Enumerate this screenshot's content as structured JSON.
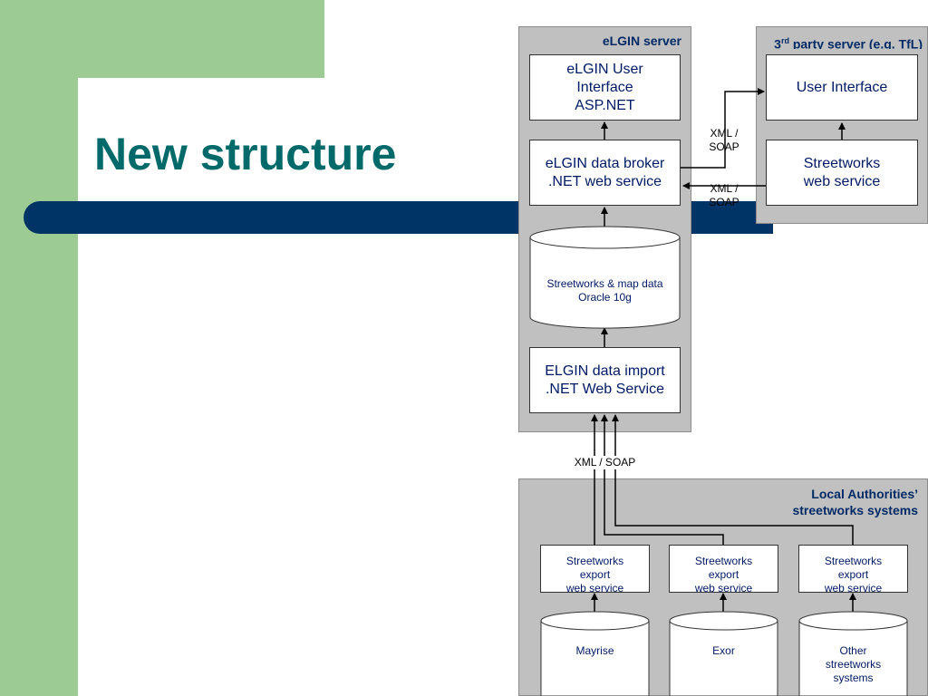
{
  "slide": {
    "title": "New structure"
  },
  "elgin_server": {
    "title": "eLGIN  server",
    "ui_box": "eLGIN User\nInterface\nASP.NET",
    "broker_box": "eLGIN data broker\n.NET web service",
    "db_label": "Streetworks & map data\nOracle 10g",
    "import_box": "ELGIN data import\n.NET Web Service"
  },
  "third_party": {
    "title_main": "3",
    "title_sup": "rd",
    "title_rest": " party server (e.g. TfL)",
    "ui_box": "User Interface",
    "streetworks_box": "Streetworks\nweb service"
  },
  "links": {
    "xml_soap_upper": "XML /\nSOAP",
    "xml_soap_lower": "XML /\nSOAP",
    "xml_soap_bottom": "XML / SOAP"
  },
  "local_authorities": {
    "title": "Local Authorities’\nstreetworks systems",
    "export_boxes": [
      "Streetworks\nexport\nweb service",
      "Streetworks\nexport\nweb service",
      "Streetworks\nexport\nweb service"
    ],
    "databases": [
      "Mayrise",
      "Exor",
      "Other\nstreetworks\nsystems"
    ]
  },
  "colors": {
    "title_teal": "#006a6a",
    "green": "#9ccc94",
    "navy_bar": "#003366",
    "panel_grey": "#c0c0c0",
    "text_navy": "#002a66"
  }
}
